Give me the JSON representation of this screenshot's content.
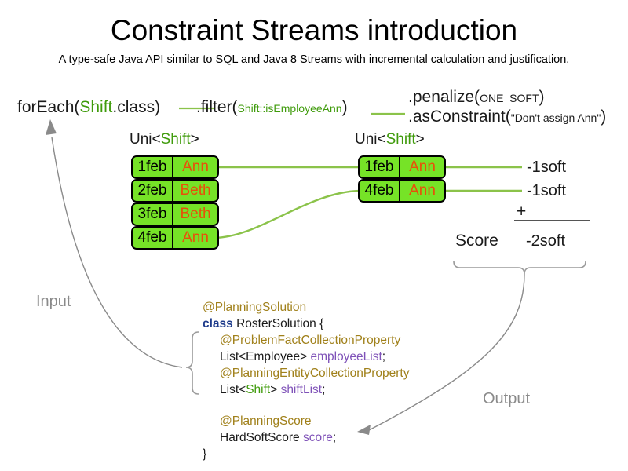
{
  "header": {
    "title": "Constraint Streams introduction",
    "subtitle": "A type-safe Java API similar to SQL and Java 8 Streams with incremental calculation and justification."
  },
  "pipeline": {
    "for_each": {
      "prefix": "forEach(",
      "type": "Shift",
      "suffix": ".class)"
    },
    "filter": {
      "prefix": ".filter(",
      "arg": "Shift::isEmployeeAnn",
      "suffix": ")"
    },
    "penalize": {
      "prefix": ".penalize(",
      "arg": "ONE_SOFT",
      "suffix": ")"
    },
    "as_constraint": {
      "prefix": ".asConstraint(",
      "arg": "\"Don't assign Ann\"",
      "suffix": ")"
    },
    "uni_label_left": {
      "prefix": "Uni<",
      "type": "Shift",
      "suffix": ">"
    },
    "uni_label_right": {
      "prefix": "Uni<",
      "type": "Shift",
      "suffix": ">"
    }
  },
  "input_stream": {
    "rows": [
      {
        "date": "1feb",
        "employee": "Ann"
      },
      {
        "date": "2feb",
        "employee": "Beth"
      },
      {
        "date": "3feb",
        "employee": "Beth"
      },
      {
        "date": "4feb",
        "employee": "Ann"
      }
    ]
  },
  "filtered_stream": {
    "rows": [
      {
        "date": "1feb",
        "employee": "Ann",
        "penalty": "-1soft"
      },
      {
        "date": "4feb",
        "employee": "Ann",
        "penalty": "-1soft"
      }
    ]
  },
  "score": {
    "label": "Score",
    "operator": "+",
    "total": "-2soft"
  },
  "code": {
    "lines": [
      {
        "indent": 1,
        "segments": [
          {
            "text": "@PlanningSolution",
            "cls": "ann"
          }
        ]
      },
      {
        "indent": 1,
        "segments": [
          {
            "text": "class",
            "cls": "kw"
          },
          {
            "text": " RosterSolution {",
            "cls": ""
          }
        ]
      },
      {
        "indent": 2,
        "segments": [
          {
            "text": "@ProblemFactCollectionProperty",
            "cls": "ann"
          }
        ]
      },
      {
        "indent": 2,
        "segments": [
          {
            "text": "List<Employee> ",
            "cls": ""
          },
          {
            "text": "employeeList",
            "cls": "fld"
          },
          {
            "text": ";",
            "cls": ""
          }
        ]
      },
      {
        "indent": 2,
        "segments": [
          {
            "text": "@PlanningEntityCollectionProperty",
            "cls": "ann"
          }
        ]
      },
      {
        "indent": 2,
        "segments": [
          {
            "text": "List<",
            "cls": ""
          },
          {
            "text": "Shift",
            "cls": "grn"
          },
          {
            "text": "> ",
            "cls": ""
          },
          {
            "text": "shiftList",
            "cls": "fld"
          },
          {
            "text": ";",
            "cls": ""
          }
        ]
      },
      {
        "indent": 2,
        "segments": [
          {
            "text": "@PlanningScore",
            "cls": "ann"
          }
        ]
      },
      {
        "indent": 2,
        "segments": [
          {
            "text": "HardSoftScore ",
            "cls": ""
          },
          {
            "text": "score",
            "cls": "fld"
          },
          {
            "text": ";",
            "cls": ""
          }
        ]
      },
      {
        "indent": 1,
        "segments": [
          {
            "text": "}",
            "cls": ""
          }
        ]
      }
    ]
  },
  "annotations": {
    "input_label": "Input",
    "output_label": "Output"
  },
  "colors": {
    "shift_green": "#76e327",
    "line_green": "#8bc34a",
    "employee_orange": "#e8500a",
    "annotation_gold": "#a0801a",
    "keyword_blue": "#1f3c8c",
    "field_purple": "#7f52b8",
    "type_green": "#3f9b0b",
    "gray_arrow": "#8a8a8a"
  }
}
